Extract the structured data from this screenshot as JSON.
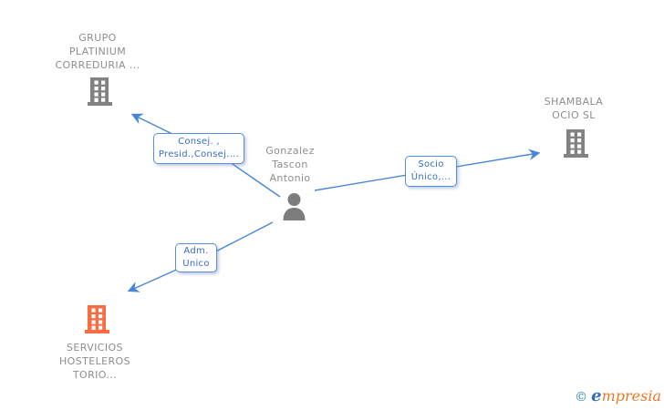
{
  "person": {
    "name": "Gonzalez Tascon Antonio",
    "lines": [
      "Gonzalez",
      "Tascon",
      "Antonio"
    ]
  },
  "companies": {
    "grupo_platinium": {
      "lines": [
        "GRUPO",
        "PLATINIUM",
        "CORREDURIA ..."
      ]
    },
    "shambala": {
      "lines": [
        "SHAMBALA",
        "OCIO SL"
      ]
    },
    "servicios_hosteleros": {
      "lines": [
        "SERVICIOS",
        "HOSTELEROS",
        "TORIO..."
      ]
    }
  },
  "relations": {
    "consej": {
      "lines": [
        "Consej. ,",
        "Presid.,Consej...."
      ]
    },
    "socio": {
      "lines": [
        "Socio",
        "Único,..."
      ]
    },
    "adm": {
      "lines": [
        "Adm.",
        "Unico"
      ]
    }
  },
  "watermark": {
    "copyright": "©",
    "brand_first": "e",
    "brand_rest": "mpresia"
  },
  "colors": {
    "edge_blue": "#4a86d8",
    "label_text_blue": "#3a6cc6",
    "node_gray": "#828282",
    "text_gray": "#8d8d8d",
    "highlight_orange": "#fa6c42",
    "brand_teal": "#2e86a8",
    "brand_blue": "#2f6db8",
    "brand_orange": "#e87a28"
  }
}
